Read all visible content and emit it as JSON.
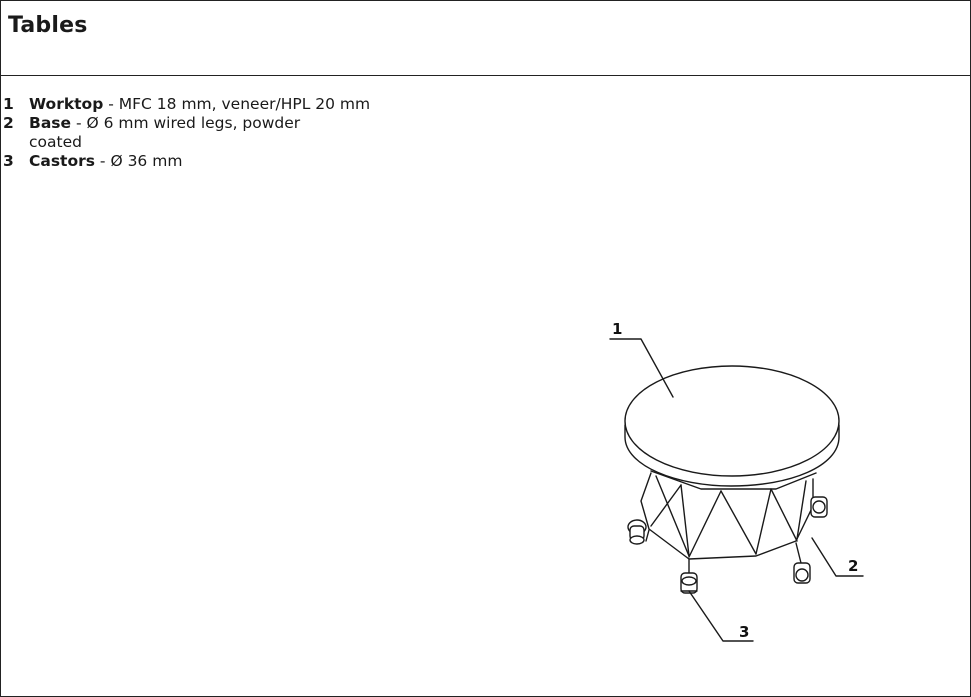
{
  "page": {
    "title": "Tables"
  },
  "specs": [
    {
      "num": "1",
      "name": "Worktop",
      "desc": " - MFC 18 mm, veneer/HPL 20 mm"
    },
    {
      "num": "2",
      "name": "Base",
      "desc": " - Ø 6 mm wired legs, powder coated"
    },
    {
      "num": "3",
      "name": "Castors",
      "desc": " - Ø 36 mm"
    }
  ],
  "drawing": {
    "description_icon": "round-table-on-castors-illustration",
    "callouts": {
      "c1": "1",
      "c2": "2",
      "c3": "3"
    }
  }
}
